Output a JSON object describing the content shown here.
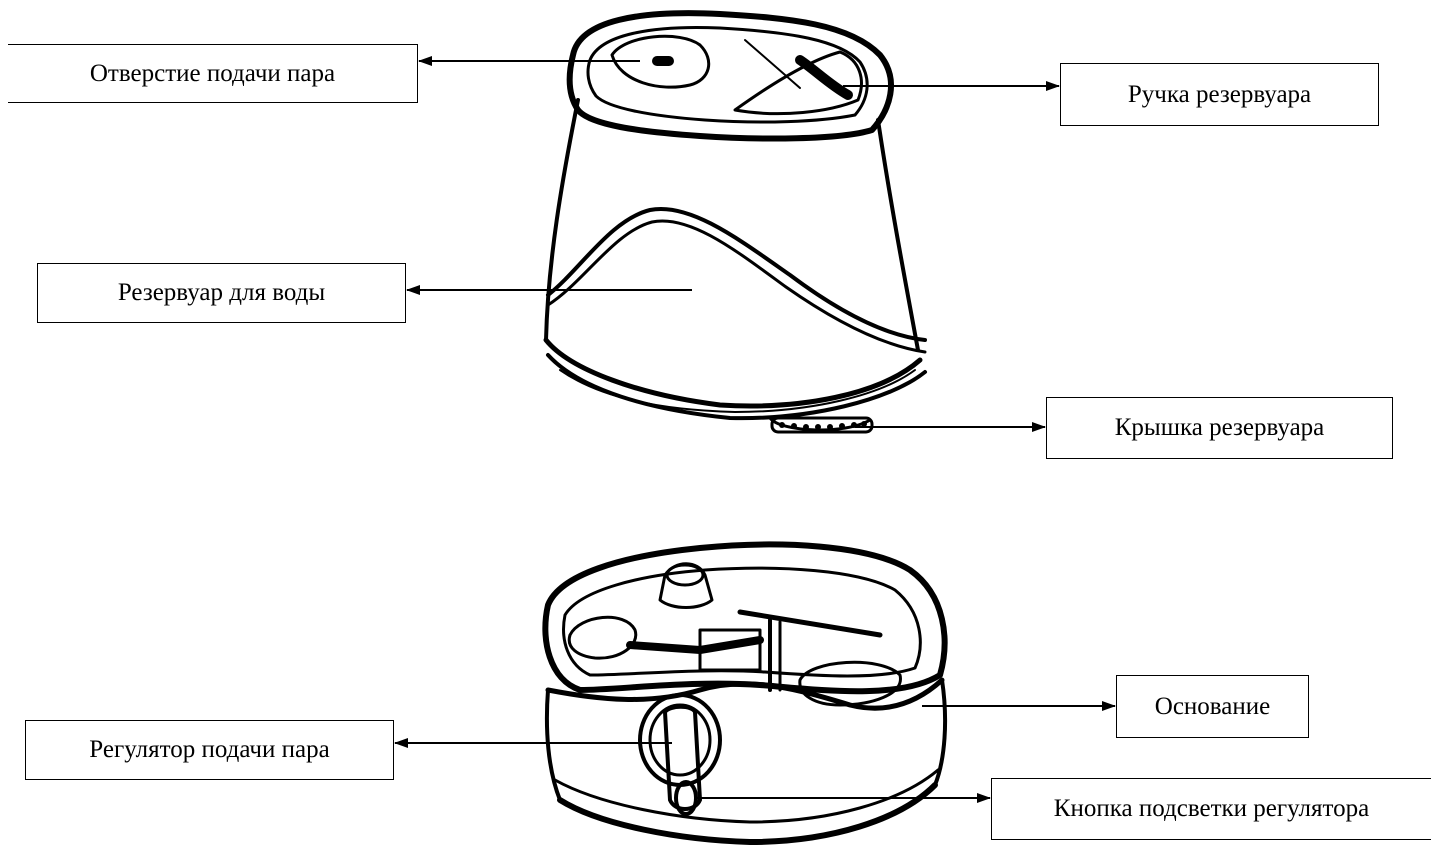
{
  "labels": {
    "steam_outlet": "Отверстие подачи пара",
    "tank_handle": "Ручка резервуара",
    "water_tank": "Резервуар для воды",
    "tank_cap": "Крышка резервуара",
    "base": "Основание",
    "steam_regulator": "Регулятор подачи пара",
    "light_button": "Кнопка подсветки регулятора"
  },
  "colors": {
    "line": "#000000",
    "background": "#ffffff"
  }
}
